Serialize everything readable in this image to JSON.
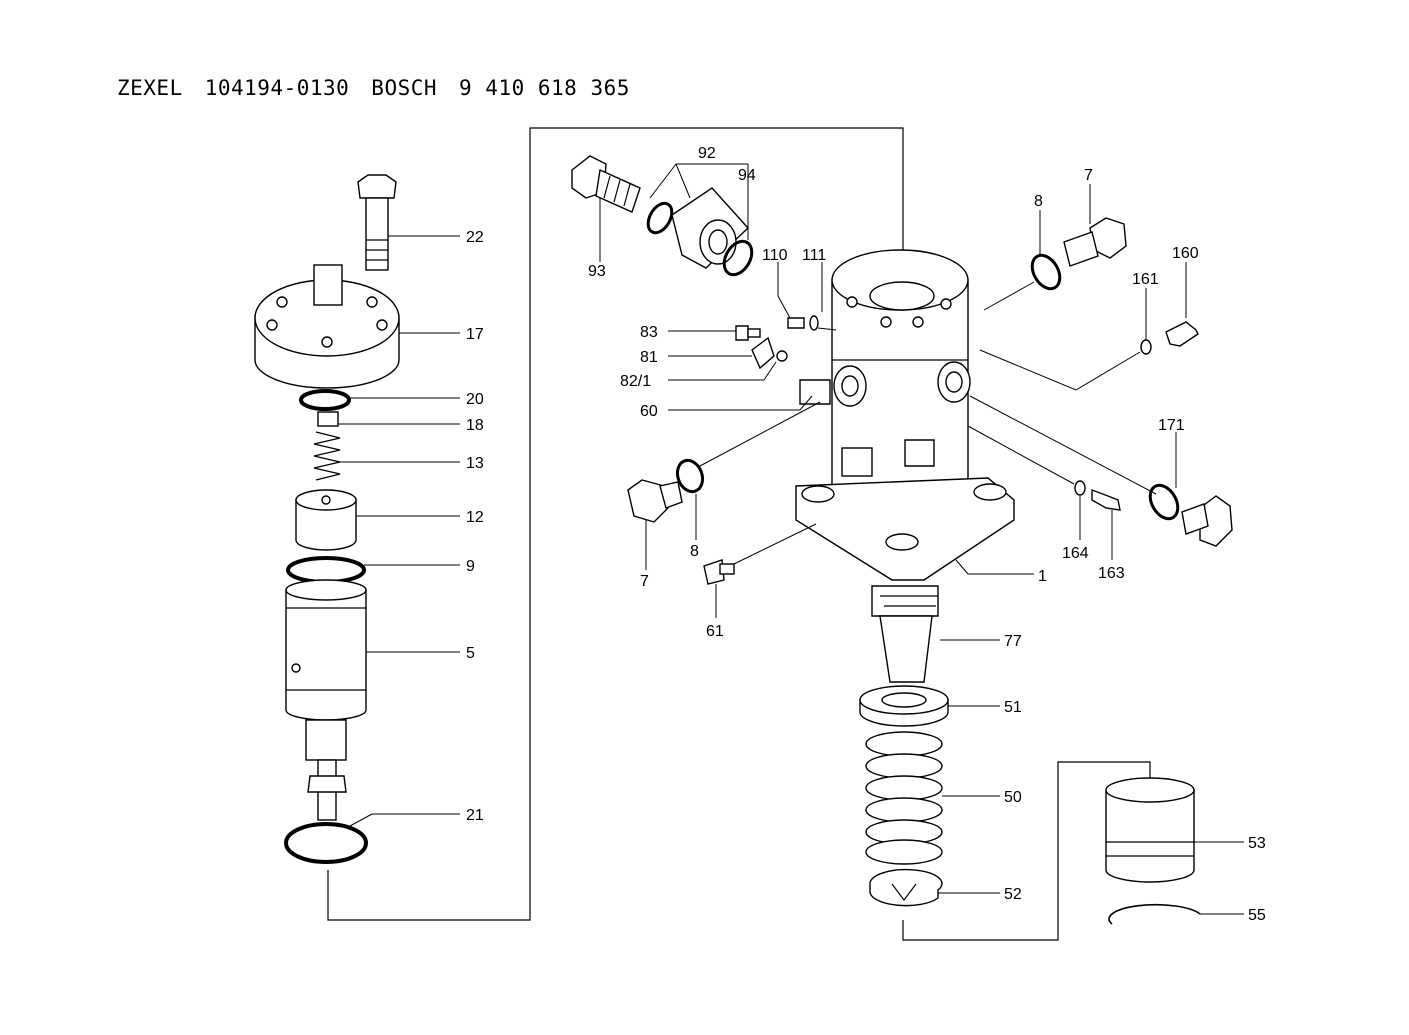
{
  "header": {
    "brand1": "ZEXEL",
    "part1": "104194-0130",
    "brand2": "BOSCH",
    "part2": "9 410 618 365"
  },
  "labels": {
    "l22": "22",
    "l17": "17",
    "l20": "20",
    "l18": "18",
    "l13": "13",
    "l12": "12",
    "l9": "9",
    "l5": "5",
    "l21": "21",
    "l93": "93",
    "l92": "92",
    "l94": "94",
    "l110": "110",
    "l111": "111",
    "l83": "83",
    "l81": "81",
    "l82": "82/1",
    "l60": "60",
    "l8a": "8",
    "l7a": "7",
    "l161": "161",
    "l160": "160",
    "l7b": "7",
    "l8b": "8",
    "l61": "61",
    "l1": "1",
    "l171": "171",
    "l164": "164",
    "l163": "163",
    "l77": "77",
    "l51": "51",
    "l50": "50",
    "l52": "52",
    "l53": "53",
    "l55": "55"
  }
}
